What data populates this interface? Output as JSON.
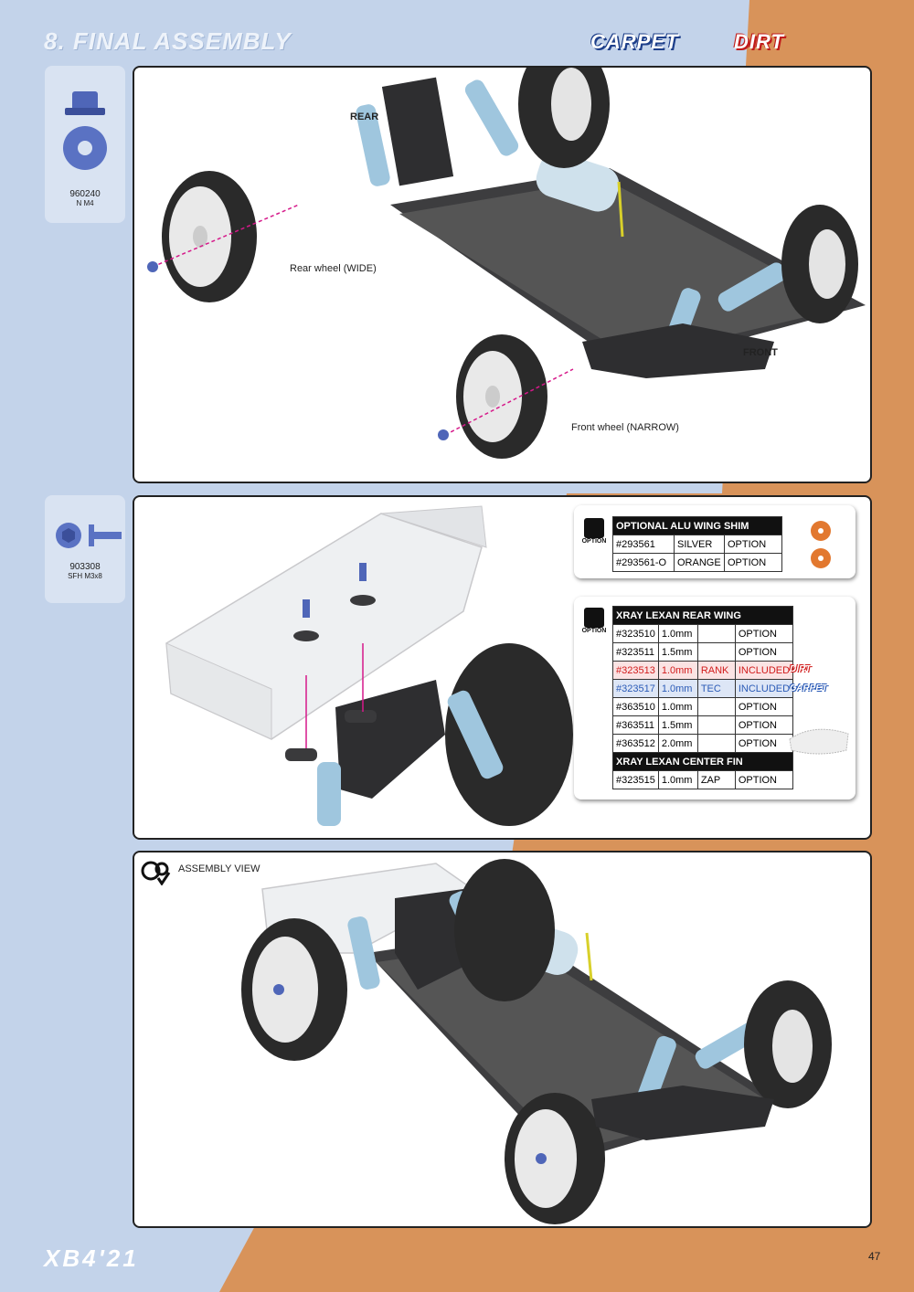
{
  "header": {
    "title": "8. FINAL ASSEMBLY",
    "badge_carpet": "CARPET",
    "badge_dirt": "DIRT"
  },
  "parts": [
    {
      "code": "960240",
      "name": "N M4"
    },
    {
      "code": "903308",
      "name": "SFH M3x8"
    }
  ],
  "step1": {
    "rear_label": "REAR",
    "front_label": "FRONT",
    "rear_wheel_label": "Rear wheel (WIDE)",
    "front_wheel_label": "Front wheel (NARROW)"
  },
  "option_icon_text": "OPTION",
  "shim_table": {
    "header": "OPTIONAL ALU WING SHIM",
    "rows": [
      [
        "#293561",
        "SILVER",
        "OPTION"
      ],
      [
        "#293561-O",
        "ORANGE",
        "OPTION"
      ]
    ]
  },
  "wing_table": {
    "header": "XRAY LEXAN REAR WING",
    "rows": [
      [
        "#323510",
        "1.0mm",
        "",
        "OPTION"
      ],
      [
        "#323511",
        "1.5mm",
        "",
        "OPTION"
      ],
      [
        "#323513",
        "1.0mm",
        "RANK",
        "INCLUDED"
      ],
      [
        "#323517",
        "1.0mm",
        "TEC",
        "INCLUDED"
      ],
      [
        "#363510",
        "1.0mm",
        "",
        "OPTION"
      ],
      [
        "#363511",
        "1.5mm",
        "",
        "OPTION"
      ],
      [
        "#363512",
        "2.0mm",
        "",
        "OPTION"
      ]
    ],
    "fin_header": "XRAY LEXAN CENTER FIN",
    "fin_row": [
      "#323515",
      "1.0mm",
      "ZAP",
      "OPTION"
    ],
    "tag_dirt": "DIRT",
    "tag_carpet": "CARPET"
  },
  "assembly_view_label": "ASSEMBLY VIEW",
  "footer": {
    "logo": "XB4'21",
    "page": "47"
  },
  "colors": {
    "blue_bg": "#c3d3ea",
    "orange_bg": "#d8935a",
    "dirt_red": "#d11c1c",
    "carpet_blue": "#2b5bb7"
  }
}
